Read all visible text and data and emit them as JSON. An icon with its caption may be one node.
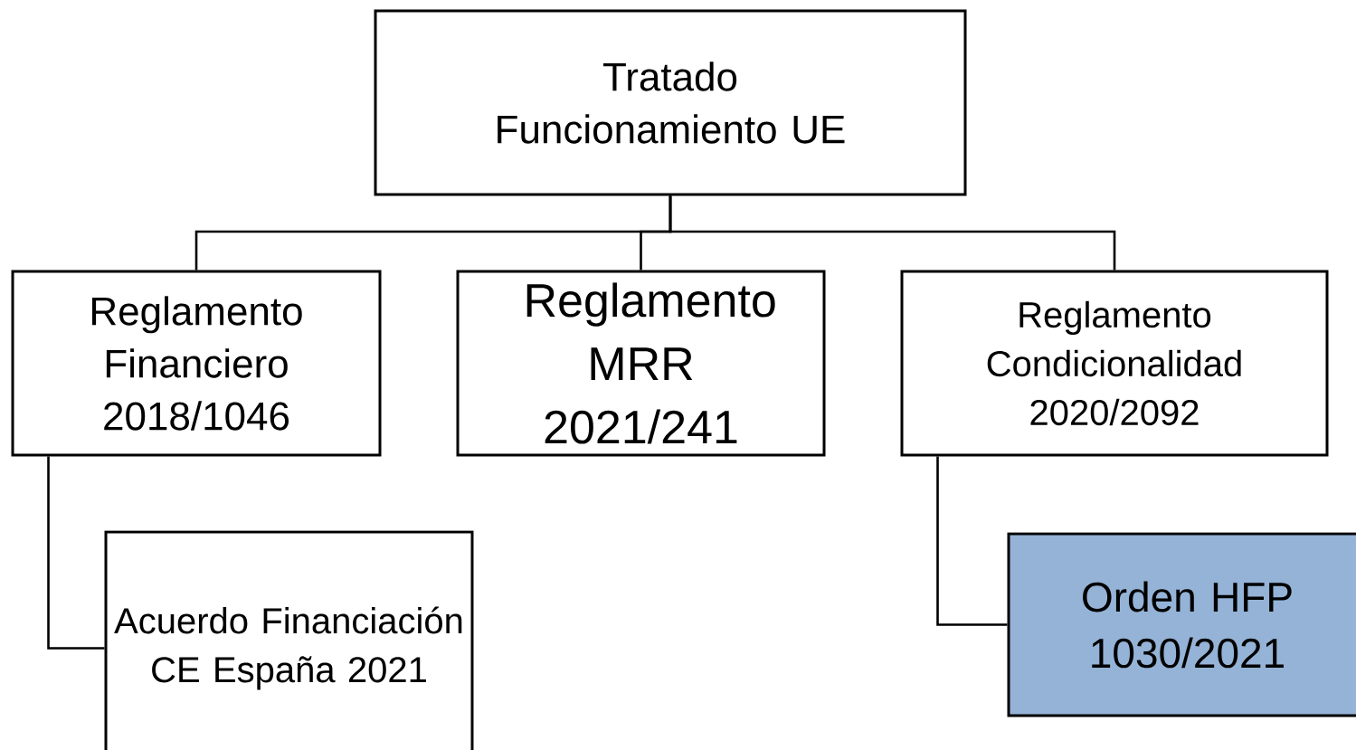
{
  "diagram": {
    "nodes": [
      {
        "text": [
          "Tratado Funcionamiento UE"
        ]
      },
      {
        "text": [
          "Reglamento Financiero 2018/1046"
        ]
      },
      {
        "text": [
          "Reglamento MRR 2021/241"
        ]
      },
      {
        "text": [
          "Reglamento Condicionalidad 2020/2092"
        ]
      },
      {
        "text": [
          "Acuerdo Financiación CE España 2021"
        ]
      },
      {
        "text": [
          "Orden HFP 1030/2021"
        ]
      }
    ],
    "edges": [
      {
        "from": 0,
        "to": 1,
        "arrow": "none"
      },
      {
        "from": 0,
        "to": 2,
        "arrow": "none"
      },
      {
        "from": 0,
        "to": 3,
        "arrow": "none"
      },
      {
        "from": 1,
        "to": 4,
        "arrow": "none"
      },
      {
        "from": 3,
        "to": 5,
        "arrow": "none"
      }
    ]
  }
}
